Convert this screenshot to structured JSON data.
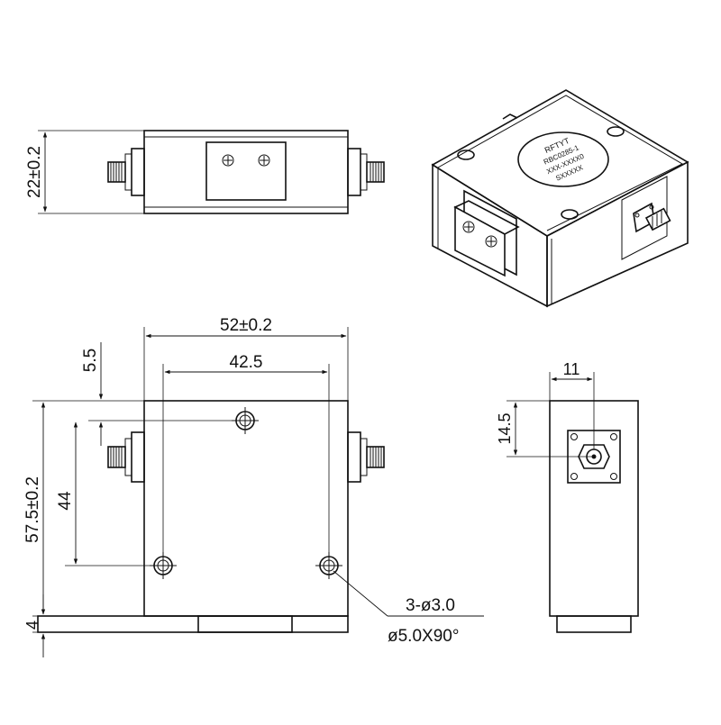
{
  "views": {
    "top_view": {
      "height_dim": "22±0.2"
    },
    "front_view": {
      "width_dim": "52±0.2",
      "hole_spacing_dim": "42.5",
      "top_offset_dim": "5.5",
      "height_dim": "57.5±0.2",
      "hole_vertical_dim": "44",
      "flange_dim": "4",
      "hole_note_line1": "3-ø3.0",
      "hole_note_line2": "ø5.0X90°"
    },
    "side_view": {
      "connector_width_dim": "11",
      "connector_height_dim": "14.5"
    },
    "isometric_view": {
      "label_lines": [
        "RFTYT",
        "RBC0285-1",
        "XXX-XXXX0",
        "SXXXXX"
      ]
    }
  }
}
